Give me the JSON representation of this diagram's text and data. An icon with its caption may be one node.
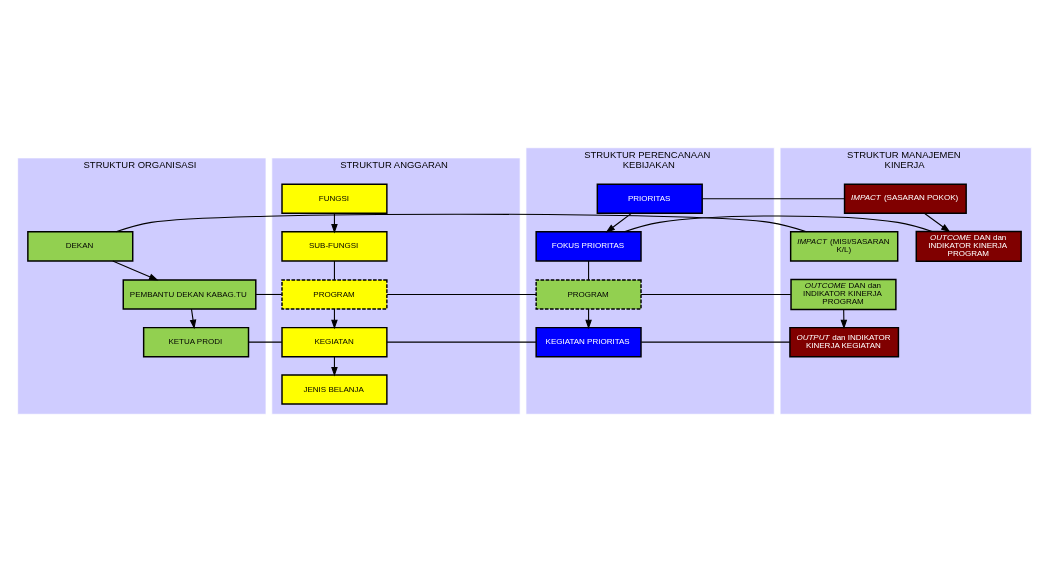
{
  "diagram": {
    "nodes": [
      {
        "text": [
          "STRUKTUR ORGANISASI"
        ]
      },
      {
        "text": [
          "STRUKTUR ANGGARAN"
        ]
      },
      {
        "text": [
          "STRUKTUR PERENCANAAN KEBIJAKAN"
        ]
      },
      {
        "text": [
          "STRUKTUR MANAJEMEN KINERJA"
        ]
      },
      {
        "text": [
          "FUNGSI"
        ],
        "in": 1
      },
      {
        "text": [
          "SUB-FUNGSI"
        ],
        "in": 1
      },
      {
        "text": [
          "PRIORITAS"
        ],
        "in": 2
      },
      {
        "text": [
          "FOKUS PRIORITAS"
        ],
        "in": 2
      },
      {
        "text": [
          "*IMPACT* (SASARAN POKOK)"
        ],
        "in": 3
      },
      {
        "text": [
          "*OUTCOME* DAN dan INDIKATOR KINERJA PROGRAM"
        ],
        "in": 3
      },
      {
        "text": [
          "DEKAN"
        ],
        "in": 0
      },
      {
        "text": [
          "*IMPACT* (MISI/SASARAN K/L)"
        ],
        "in": 3
      },
      {
        "text": [
          "PEMBANTU DEKAN KABAG.TU"
        ],
        "in": 0
      },
      {
        "text": [
          "PROGRAM"
        ],
        "in": 1
      },
      {
        "text": [
          "PROGRAM"
        ],
        "in": 2
      },
      {
        "text": [
          "*OUTCOME* DAN dan INDIKATOR KINERJA PROGRAM"
        ],
        "in": 3
      },
      {
        "text": [
          "KETUA PRODI"
        ],
        "in": 0
      },
      {
        "text": [
          "KEGIATAN"
        ],
        "in": 1
      },
      {
        "text": [
          "KEGIATAN PRIORITAS"
        ],
        "in": 2
      },
      {
        "text": [
          "*OUTPUT* dan INDIKATOR KINERJA KEGIATAN"
        ],
        "in": 3
      },
      {
        "text": [
          "JENIS BELANJA"
        ],
        "in": 1
      }
    ],
    "edges": [
      {
        "from": 4,
        "to": 5,
        "arrow": "to"
      },
      {
        "from": 6,
        "to": 7,
        "arrow": "to"
      },
      {
        "from": 6,
        "to": 8,
        "arrow": "none"
      },
      {
        "from": 8,
        "to": 9,
        "arrow": "to"
      },
      {
        "from": 7,
        "to": 9,
        "arrow": "none"
      },
      {
        "from": 10,
        "to": 11,
        "arrow": "none"
      },
      {
        "from": 5,
        "to": 13,
        "arrow": "none"
      },
      {
        "from": 7,
        "to": 14,
        "arrow": "none"
      },
      {
        "from": 10,
        "to": 12,
        "arrow": "to"
      },
      {
        "from": 12,
        "to": 13,
        "arrow": "none"
      },
      {
        "from": 13,
        "to": 14,
        "arrow": "none"
      },
      {
        "from": 14,
        "to": 15,
        "arrow": "none"
      },
      {
        "from": 15,
        "to": 19,
        "arrow": "to"
      },
      {
        "from": 12,
        "to": 16,
        "arrow": "to"
      },
      {
        "from": 13,
        "to": 17,
        "arrow": "to"
      },
      {
        "from": 14,
        "to": 18,
        "arrow": "to"
      },
      {
        "from": 16,
        "to": 17,
        "arrow": "none"
      },
      {
        "from": 17,
        "to": 18,
        "arrow": "none"
      },
      {
        "from": 18,
        "to": 19,
        "arrow": "none"
      },
      {
        "from": 17,
        "to": 20,
        "arrow": "to"
      }
    ]
  }
}
